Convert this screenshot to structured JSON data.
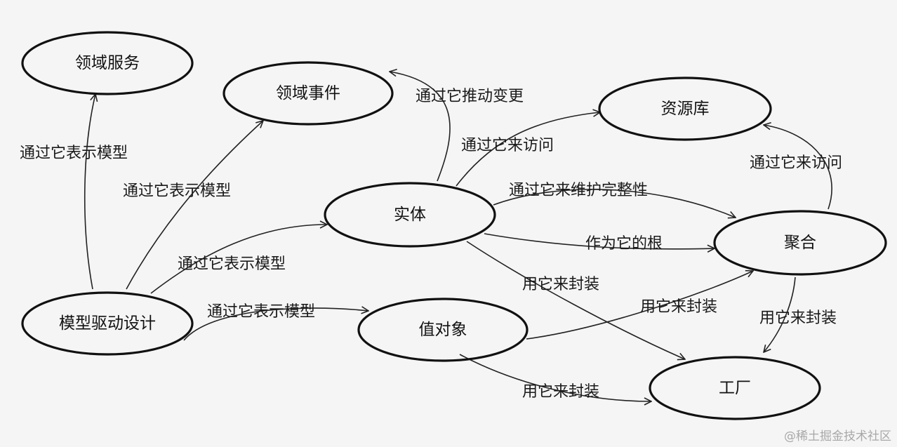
{
  "nodes": {
    "domain_service": "领域服务",
    "domain_event": "领域事件",
    "repository": "资源库",
    "entity": "实体",
    "aggregate": "聚合",
    "mdd": "模型驱动设计",
    "value_object": "值对象",
    "factory": "工厂"
  },
  "edges": {
    "mdd_to_service": "通过它表示模型",
    "mdd_to_event": "通过它表示模型",
    "mdd_to_entity": "通过它表示模型",
    "mdd_to_value_object": "通过它表示模型",
    "entity_to_event": "通过它推动变更",
    "entity_to_repository": "通过它来访问",
    "aggregate_to_repository": "通过它来访问",
    "entity_to_aggregate_integrity": "通过它来维护完整性",
    "entity_to_aggregate_root": "作为它的根",
    "entity_to_factory": "用它来封装",
    "value_object_to_aggregate": "用它来封装",
    "aggregate_to_factory": "用它来封装",
    "value_object_to_factory": "用它来封装"
  },
  "watermark": "@稀土掘金技术社区"
}
